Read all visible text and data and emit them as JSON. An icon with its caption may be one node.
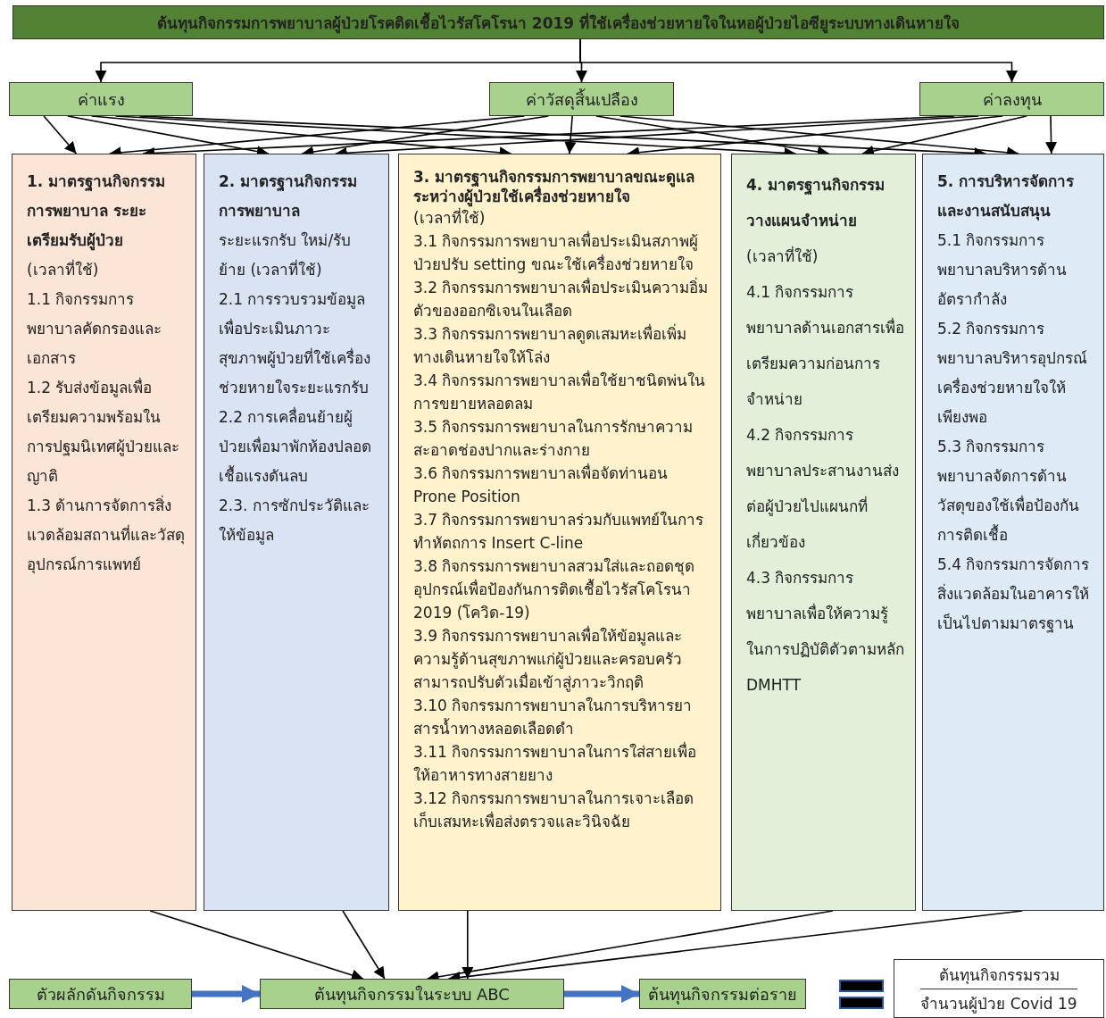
{
  "diagram": {
    "nodes": [
      {
        "text": [
          "ต้นทุนกิจกรรมการพยาบาลผู้ป่วยโรคติดเชื้อไวรัสโคโรนา 2019 ที่ใช้เครื่องช่วยหายใจในหอผู้ป่วยไอซียูระบบทางเดินหายใจ"
        ]
      },
      {
        "text": [
          "ค่าแรง"
        ]
      },
      {
        "text": [
          "ค่าวัสดุสิ้นเปลือง"
        ]
      },
      {
        "text": [
          "ค่าลงทุน"
        ]
      },
      {
        "text": [
          "1. มาตรฐานกิจกรรมการพยาบาล ระยะเตรียมรับผู้ป่วย",
          "(เวลาที่ใช้)",
          "1.1 กิจกรรมการพยาบาลคัดกรองและเอกสาร",
          "1.2 รับส่งข้อมูลเพื่อเตรียมความพร้อมในการปฐมนิเทศผู้ป่วยและญาติ",
          "1.3 ด้านการจัดการสิ่งแวดล้อมสถานที่และวัสดุอุปกรณ์การแพทย์"
        ]
      },
      {
        "text": [
          "2. มาตรฐานกิจกรรมการพยาบาล",
          "ระยะแรกรับ ใหม่/รับย้าย (เวลาที่ใช้)",
          "2.1 การรวบรวมข้อมูลเพื่อประเมินภาวะสุขภาพผู้ป่วยที่ใช้เครื่องช่วยหายใจระยะแรกรับ",
          "2.2 การเคลื่อนย้ายผู้ป่วยเพื่อมาพักห้องปลอดเชื้อแรงดันลบ",
          "2.3. การซักประวัติและให้ข้อมูล"
        ]
      },
      {
        "text": [
          "3. มาตรฐานกิจกรรมการพยาบาลขณะดูแลระหว่างผู้ป่วยใช้เครื่องช่วยหายใจ",
          "(เวลาที่ใช้)",
          "3.1 กิจกรรมการพยาบาลเพื่อประเมินสภาพผู้ป่วยปรับ setting ขณะใช้เครื่องช่วยหายใจ",
          "3.2 กิจกรรมการพยาบาลเพื่อประเมินความอิ่มตัวของออกซิเจนในเลือด",
          "3.3 กิจกรรมการพยาบาลดูดเสมหะเพื่อเพิ่มทางเดินหายใจให้โล่ง",
          "3.4 กิจกรรมการพยาบาลเพื่อใช้ยาชนิดพ่นในการขยายหลอดลม",
          "3.5 กิจกรรมการพยาบาลในการรักษาความสะอาดช่องปากและร่างกาย",
          "3.6 กิจกรรมการพยาบาลเพื่อจัดท่านอน Prone Position",
          "3.7 กิจกรรมการพยาบาลร่วมกับแพทย์ในการทำหัตถการ Insert C-line",
          "3.8 กิจกรรมการพยาบาลสวมใส่และถอดชุดอุปกรณ์เพื่อป้องกันการติดเชื้อไวรัสโคโรนา 2019 (โควิด-19)",
          "3.9 กิจกรรมการพยาบาลเพื่อให้ข้อมูลและความรู้ด้านสุขภาพแก่ผู้ป่วยและครอบครัวสามารถปรับตัวเมื่อเข้าสู่ภาวะวิกฤติ",
          "3.10 กิจกรรมการพยาบาลในการบริหารยาสารน้ำทางหลอดเลือดดำ",
          "3.11 กิจกรรมการพยาบาลในการใส่สายเพื่อให้อาหารทางสายยาง",
          "3.12 กิจกรรมการพยาบาลในการเจาะเลือดเก็บเสมหะเพื่อส่งตรวจและวินิจฉัย"
        ]
      },
      {
        "text": [
          "4. มาตรฐานกิจกรรมวางแผนจำหน่าย",
          "(เวลาที่ใช้)",
          "4.1 กิจกรรมการพยาบาลด้านเอกสารเพื่อเตรียมความก่อนการจำหน่าย",
          "4.2 กิจกรรมการพยาบาลประสานงานส่งต่อผู้ป่วยไปแผนกที่เกี่ยวข้อง",
          "4.3 กิจกรรมการพยาบาลเพื่อให้ความรู้ในการปฏิบัติตัวตามหลัก DMHTT"
        ]
      },
      {
        "text": [
          "5. การบริหารจัดการและงานสนับสนุน",
          "5.1 กิจกรรมการพยาบาลบริหารด้านอัตรากำลัง",
          "5.2 กิจกรรมการพยาบาลบริหารอุปกรณ์เครื่องช่วยหายใจให้เพียงพอ",
          "5.3 กิจกรรมการพยาบาลจัดการด้านวัสดุของใช้เพื่อป้องกันการติดเชื้อ",
          "5.4 กิจกรรมการจัดการสิ่งแวดล้อมในอาคารให้เป็นไปตามมาตรฐาน"
        ]
      },
      {
        "text": [
          "ตัวผลักดันกิจกรรม"
        ]
      },
      {
        "text": [
          "ต้นทุนกิจกรรมในระบบ ABC"
        ]
      },
      {
        "text": [
          "ต้นทุนกิจกรรมต่อราย"
        ]
      },
      {
        "text": [
          "ต้นทุนกิจกรรมรวม",
          "จำนวนผู้ป่วย Covid 19"
        ]
      }
    ],
    "edges": [
      {
        "from": 0,
        "to": 1,
        "arrow": "to"
      },
      {
        "from": 0,
        "to": 2,
        "arrow": "to"
      },
      {
        "from": 0,
        "to": 3,
        "arrow": "to"
      },
      {
        "from": 1,
        "to": 4,
        "arrow": "to"
      },
      {
        "from": 1,
        "to": 5,
        "arrow": "to"
      },
      {
        "from": 1,
        "to": 6,
        "arrow": "to"
      },
      {
        "from": 1,
        "to": 7,
        "arrow": "to"
      },
      {
        "from": 1,
        "to": 8,
        "arrow": "to"
      },
      {
        "from": 2,
        "to": 4,
        "arrow": "to"
      },
      {
        "from": 2,
        "to": 5,
        "arrow": "to"
      },
      {
        "from": 2,
        "to": 6,
        "arrow": "to"
      },
      {
        "from": 2,
        "to": 7,
        "arrow": "to"
      },
      {
        "from": 2,
        "to": 8,
        "arrow": "to"
      },
      {
        "from": 3,
        "to": 4,
        "arrow": "to"
      },
      {
        "from": 3,
        "to": 5,
        "arrow": "to"
      },
      {
        "from": 3,
        "to": 6,
        "arrow": "to"
      },
      {
        "from": 3,
        "to": 7,
        "arrow": "to"
      },
      {
        "from": 3,
        "to": 8,
        "arrow": "to"
      },
      {
        "from": 4,
        "to": 10,
        "arrow": "to"
      },
      {
        "from": 5,
        "to": 10,
        "arrow": "to"
      },
      {
        "from": 6,
        "to": 10,
        "arrow": "to"
      },
      {
        "from": 7,
        "to": 10,
        "arrow": "to"
      },
      {
        "from": 8,
        "to": 10,
        "arrow": "to"
      },
      {
        "from": 9,
        "to": 10,
        "arrow": "to",
        "style": "thick",
        "color": "#4472c4"
      },
      {
        "from": 10,
        "to": 11,
        "arrow": "to",
        "style": "thick",
        "color": "#4472c4"
      }
    ]
  }
}
